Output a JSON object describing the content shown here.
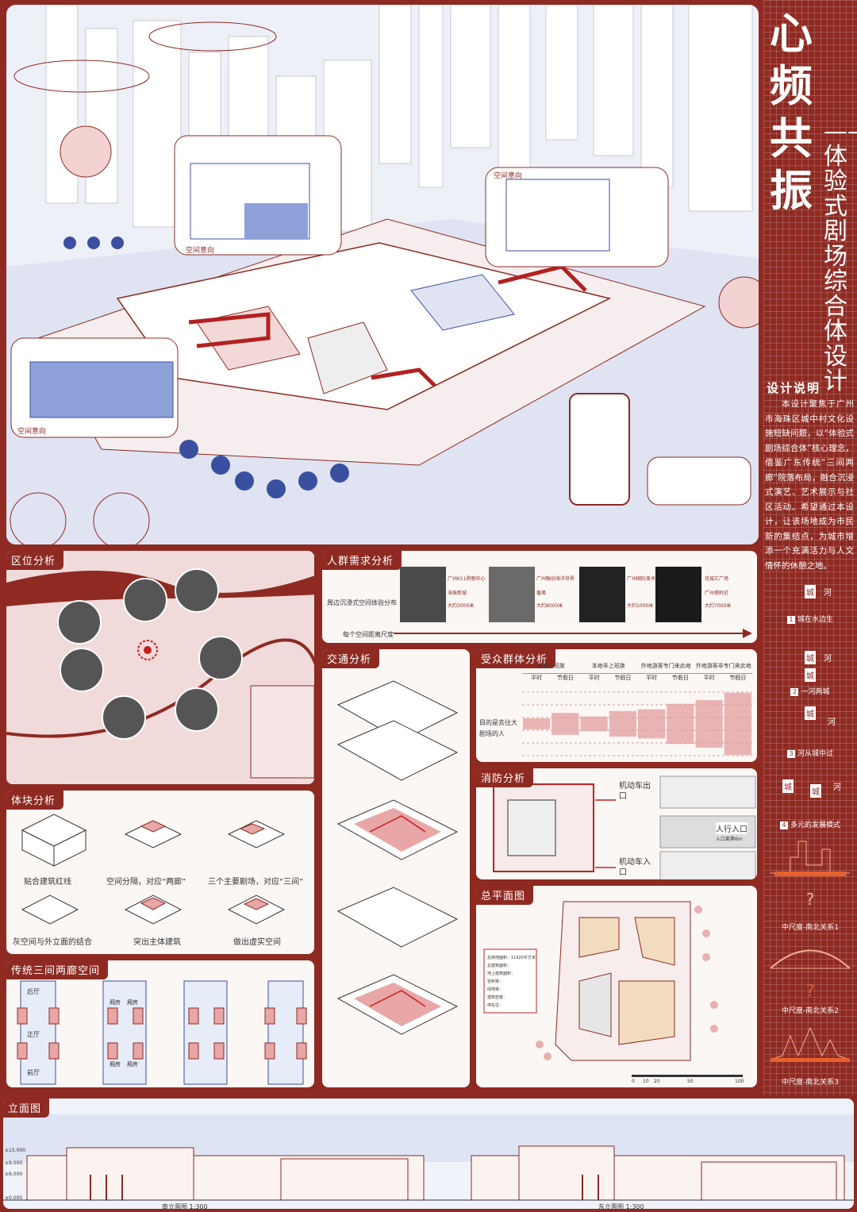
{
  "title": {
    "main": "心频共振",
    "sub": "——体验式剧场综合体设计"
  },
  "description": {
    "heading": "设计说明",
    "text": "本设计聚焦于广州市海珠区城中村文化设施短缺问题，以“体验式剧场综合体”核心理念，借鉴广东传统“三间两廊”院落布局，融合沉浸式演艺、艺术展示与社区活动。希望通过本设计，让该场地成为市民新的集结点，为城市增添一个充满活力与人文情怀的休憩之地。"
  },
  "hero": {
    "space_labels": [
      "空间意向",
      "空间意向",
      "空间意向"
    ]
  },
  "sidebar_steps": [
    {
      "num": "1",
      "label": "城在水边生",
      "chips": [
        "城",
        "河"
      ]
    },
    {
      "num": "2",
      "label": "一河两城",
      "chips": [
        "城",
        "河",
        "城"
      ]
    },
    {
      "num": "3",
      "label": "河从城中过",
      "chips": [
        "城",
        "河"
      ]
    },
    {
      "num": "4",
      "label": "多元的发展模式",
      "chips": [
        "城",
        "城",
        "河"
      ]
    }
  ],
  "sidebar_relations": [
    "中尺度-南北关系1",
    "中尺度-南北关系2",
    "中尺度-南北关系3"
  ],
  "panels": {
    "location": "区位分析",
    "crowd": "人群需求分析",
    "traffic": "交通分析",
    "audience": "受众群体分析",
    "massing": "体块分析",
    "fire": "消防分析",
    "site_plan": "总平面图",
    "traditional": "传统三间两廊空间",
    "elevation": "立面图"
  },
  "crowd": {
    "row_label": "周边沉浸式空间体验分布",
    "axis_label": "每个空间距离尺度",
    "photos": [
      {
        "name": "广州K11购物中心",
        "sub": "海珠新城",
        "dist": "大约3000米"
      },
      {
        "name": "广州融创海洋世界",
        "sub": "番禺",
        "dist": "大约8000米"
      },
      {
        "name": "广州国际美术馆",
        "sub": "",
        "dist": "大约1000米"
      },
      {
        "name": "花城汇广场",
        "sub": "广州塔附近",
        "dist": "大约7000米"
      }
    ]
  },
  "audience": {
    "groups": [
      "本地上班族",
      "本地非上班族",
      "外地游客专门来此地",
      "外地游客非专门来此地"
    ],
    "sub_cols": [
      "平时",
      "节假日",
      "平时",
      "节假日",
      "平时",
      "节假日",
      "平时",
      "节假日"
    ],
    "row_label": "目的是去往大剧场的人",
    "values": [
      0.15,
      0.3,
      0.2,
      0.35,
      0.4,
      0.55,
      0.65,
      0.85
    ]
  },
  "massing": {
    "steps": [
      "贴合建筑红线",
      "空间分隔，对应“两廊”",
      "三个主要剧场，对应“三间”",
      "灰空间与外立面的结合",
      "突出主体建筑",
      "做出虚实空间"
    ]
  },
  "traditional": {
    "labels": [
      "后厅",
      "正厅",
      "前厅",
      "厢房",
      "厢房",
      "厢房",
      "厢房"
    ]
  },
  "fire": {
    "labels": [
      "机动车出口",
      "人行入口",
      "入口离第6m",
      "机动车入口"
    ]
  },
  "site_plan": {
    "stats": [
      "总用地面积：11920平方米",
      "总建筑面积：",
      "地上建筑面积：",
      "容积率：",
      "绿地率：",
      "建筑密度：",
      "停车位："
    ],
    "scale": [
      "0",
      "10",
      "20",
      "50",
      "100"
    ]
  },
  "elevation": {
    "south": "南立面图 1:300",
    "east": "东立面图 1:300",
    "levels": [
      "±15.000",
      "±9.000",
      "±6.000",
      "±0.000"
    ]
  },
  "colors": {
    "accent": "#8e2a22",
    "blue": "#3b4fa0",
    "pink": "#e8a6a6"
  }
}
